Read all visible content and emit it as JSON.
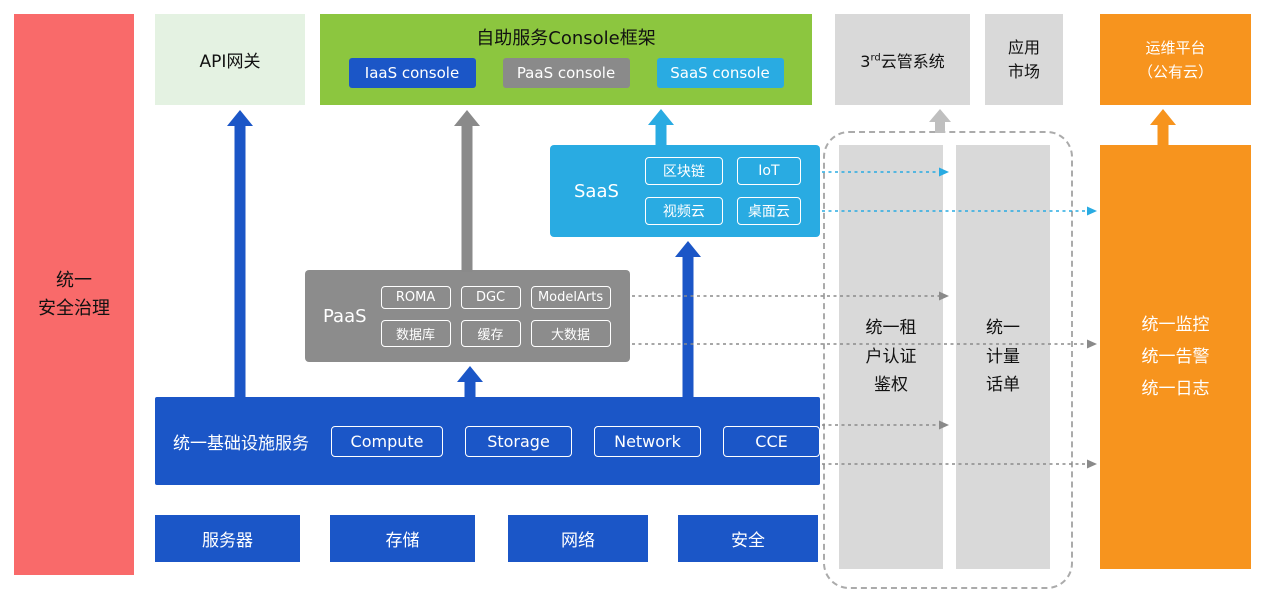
{
  "colors": {
    "red": "#F96A6A",
    "light_green": "#E4F2E2",
    "green": "#8CC63F",
    "blue": "#1B56C7",
    "gray": "#8C8C8C",
    "light_gray": "#D9D9D9",
    "cyan": "#29ABE2",
    "orange": "#F7941E"
  },
  "security_bar": {
    "label": "统一\n安全治理"
  },
  "api_gateway": {
    "label": "API网关"
  },
  "console": {
    "title": "自助服务Console框架",
    "iaas": "IaaS console",
    "paas": "PaaS console",
    "saas": "SaaS console"
  },
  "third_cloud": {
    "num": "3",
    "sup": "rd",
    "rest": "云管系统"
  },
  "app_market": {
    "label": "应用\n市场"
  },
  "ops_platform": {
    "label": "运维平台\n（公有云）"
  },
  "saas": {
    "label": "SaaS",
    "items": [
      "区块链",
      "IoT",
      "视频云",
      "桌面云"
    ]
  },
  "paas": {
    "label": "PaaS",
    "items": [
      "ROMA",
      "DGC",
      "ModelArts",
      "数据库",
      "缓存",
      "大数据"
    ]
  },
  "infra": {
    "label": "统一基础设施服务",
    "items": [
      "Compute",
      "Storage",
      "Network",
      "CCE"
    ]
  },
  "hardware": {
    "items": [
      "服务器",
      "存储",
      "网络",
      "安全"
    ]
  },
  "auth_bar": {
    "label": "统一租\n户认证\n鉴权"
  },
  "billing_bar": {
    "label": "统一\n计量\n话单"
  },
  "monitor_bar": {
    "label": "统一监控\n统一告警\n统一日志"
  }
}
